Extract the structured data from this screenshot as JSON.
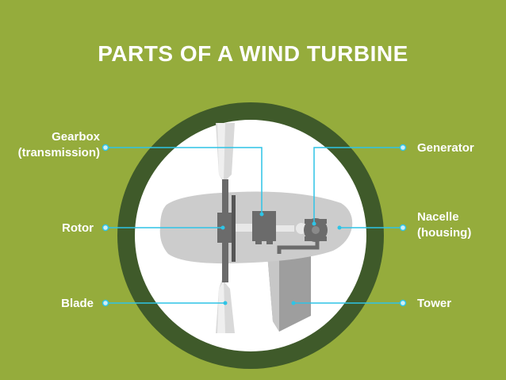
{
  "title": "PARTS OF A WIND TURBINE",
  "labels": {
    "gearbox_line1": "Gearbox",
    "gearbox_line2": "(transmission)",
    "rotor": "Rotor",
    "blade": "Blade",
    "generator": "Generator",
    "nacelle_line1": "Nacelle",
    "nacelle_line2": "(housing)",
    "tower": "Tower"
  },
  "colors": {
    "background": "#95ac3c",
    "ring": "#3f5a2a",
    "circle": "#ffffff",
    "nacelle": "#cccccc",
    "parts": "#6b6b6b",
    "leader": "#2ec4e6",
    "text": "#ffffff"
  }
}
